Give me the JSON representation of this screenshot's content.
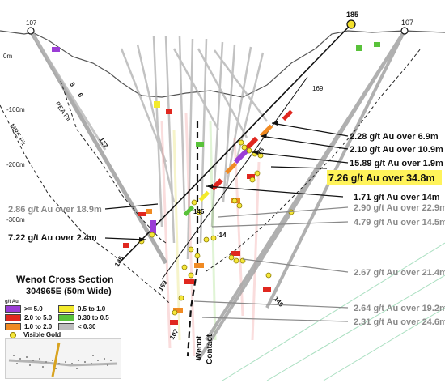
{
  "section": {
    "title": "Wenot Cross Section",
    "subtitle": "304965E (50m Wide)",
    "contact_label_1": "Wenot",
    "contact_label_2": "Contact",
    "pea_pit_label": "PEA Pit",
    "mre_pit_label": "MRE Pit"
  },
  "elevations": [
    "0m",
    "-100m",
    "-200m",
    "-300m"
  ],
  "collars": {
    "left": "107",
    "center": "185",
    "right": "107"
  },
  "hole_labels": [
    "5",
    "6",
    "127",
    "169",
    "78",
    "145",
    "-14",
    "145",
    "185",
    "169",
    "107"
  ],
  "intercepts_black": [
    "2.28 g/t Au over 6.9m",
    "2.10 g/t Au over 10.9m",
    "15.89 g/t Au over 1.9m",
    "1.71 g/t Au over 14m",
    "7.22 g/t Au over 2.4m"
  ],
  "intercept_highlight": "7.26 g/t Au over 34.8m",
  "intercepts_grey": [
    "2.86 g/t Au over 18.9m",
    "2.90 g/t Au over 22.9m",
    "4.79 g/t Au over 14.5m",
    "2.67 g/t Au over 21.4m",
    "2.64 g/t Au over 19.2m",
    "2.31 g/t Au over 24.6m"
  ],
  "legend": {
    "unit": "g/t Au",
    "items": [
      {
        "label": ">= 5.0",
        "color": "#9b3dd6"
      },
      {
        "label": "0.5 to 1.0",
        "color": "#f3ea2b"
      },
      {
        "label": "2.0 to 5.0",
        "color": "#e0271f"
      },
      {
        "label": "0.30 to 0.5",
        "color": "#59c23a"
      },
      {
        "label": "1.0 to 2.0",
        "color": "#f08a22"
      },
      {
        "label": "< 0.30",
        "color": "#bdbdbd"
      }
    ],
    "visible_gold": "Visible Gold"
  },
  "colors": {
    "highlight": "#fff35a",
    "trace_main": "#111111",
    "trace_grey": "#9a9a9a",
    "pit": "#222222"
  }
}
